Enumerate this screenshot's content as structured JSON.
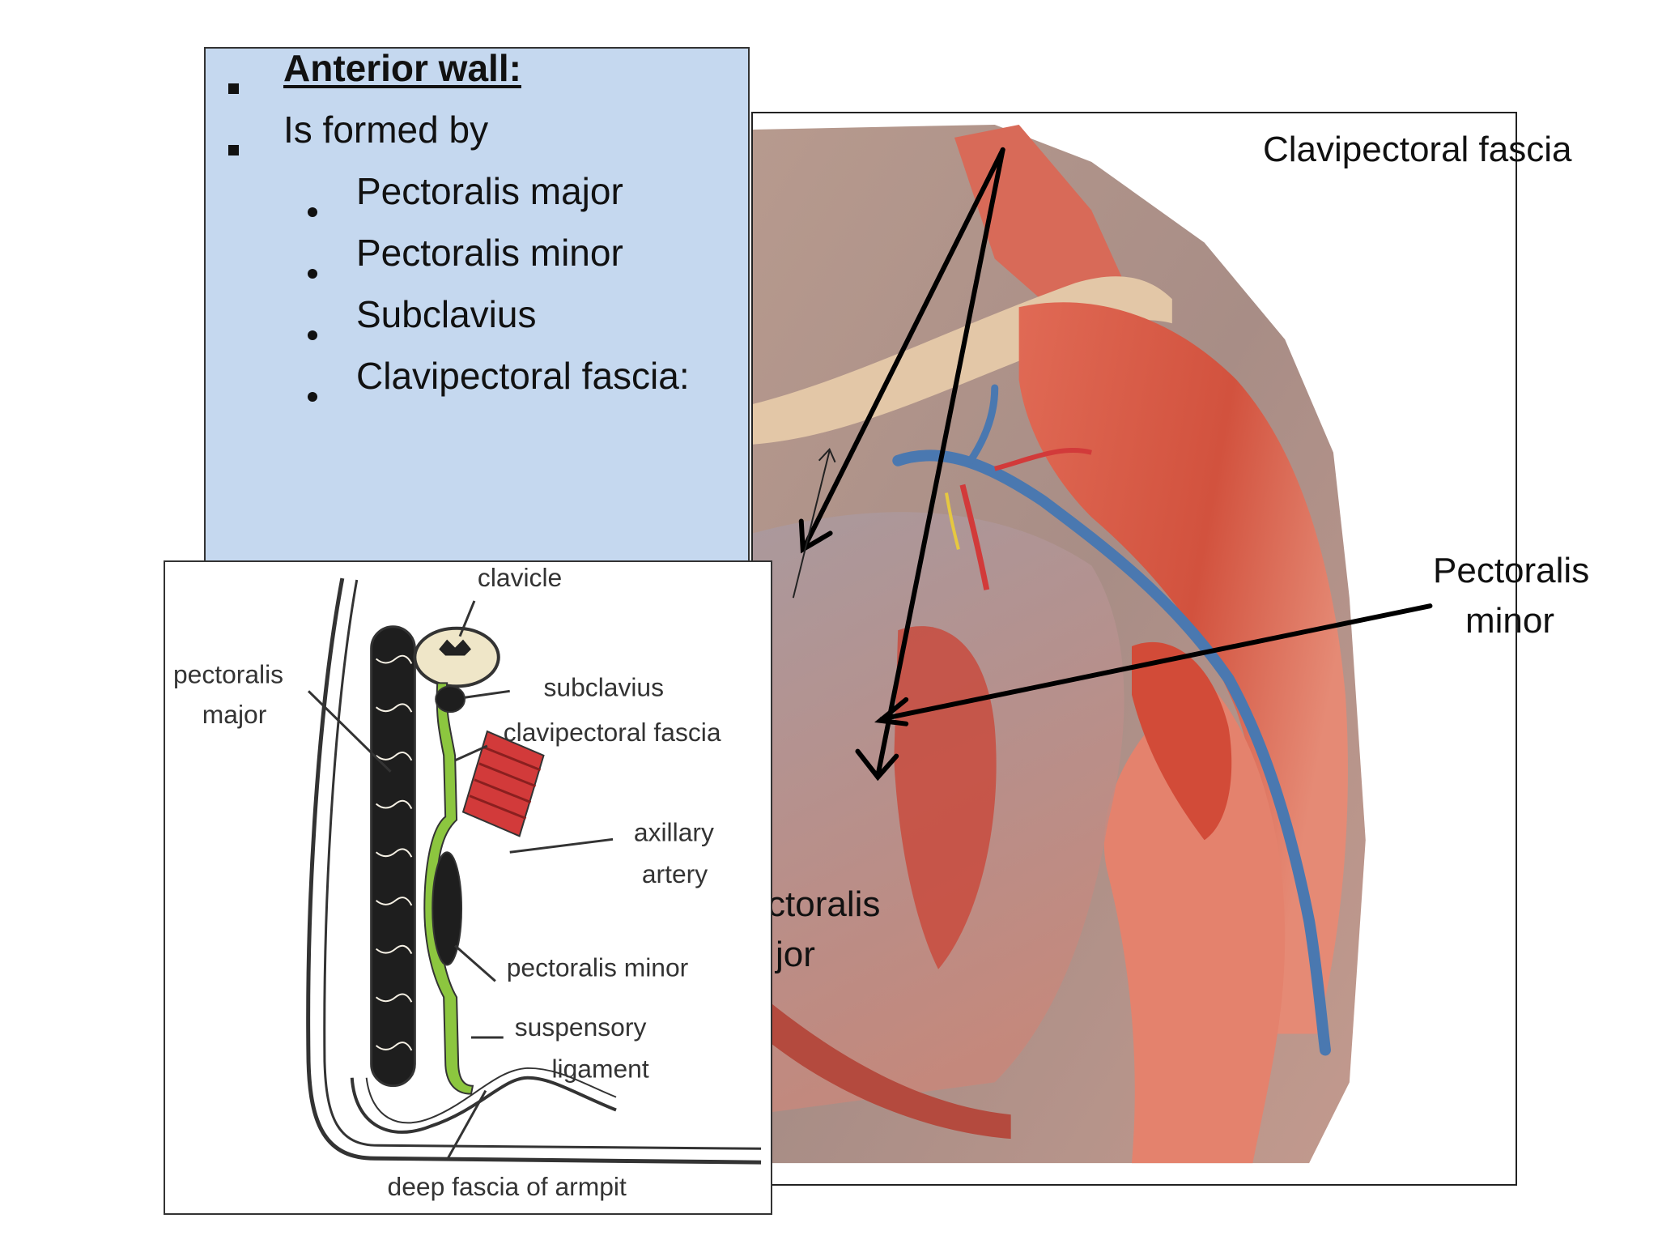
{
  "text_box": {
    "items": [
      {
        "text": "Anterior wall:",
        "level": 1,
        "style": "heading"
      },
      {
        "text": "Is formed by",
        "level": 1
      },
      {
        "text": "Pectoralis major",
        "level": 2
      },
      {
        "text": "Pectoralis minor",
        "level": 2
      },
      {
        "text": "Subclavius",
        "level": 2
      },
      {
        "text": "Clavipectoral fascia:",
        "level": 2
      }
    ]
  },
  "photo_labels": {
    "clavipectoral_fascia": "Clavipectoral fascia",
    "pectoralis_minor_line1": "Pectoralis",
    "pectoralis_minor_line2": "minor",
    "pectoralis_major_line1": "ctoralis",
    "pectoralis_major_line2": "jor"
  },
  "inset_labels": {
    "clavicle": "clavicle",
    "pectoralis_major_line1": "pectoralis",
    "pectoralis_major_line2": "major",
    "subclavius": "subclavius",
    "clavipectoral_fascia": "clavipectoral fascia",
    "axillary_artery_line1": "axillary",
    "axillary_artery_line2": "artery",
    "pectoralis_minor": "pectoralis minor",
    "suspensory_ligament_line1": "suspensory",
    "suspensory_ligament_line2": "ligament",
    "deep_fascia": "deep fascia of armpit"
  },
  "colors": {
    "text_box_bg": "#c5d8ef",
    "muscle_red": "#d9503c",
    "vein_blue": "#4a78b0",
    "fascia_green": "#8cc63f",
    "artery_red": "#d23a3a"
  }
}
